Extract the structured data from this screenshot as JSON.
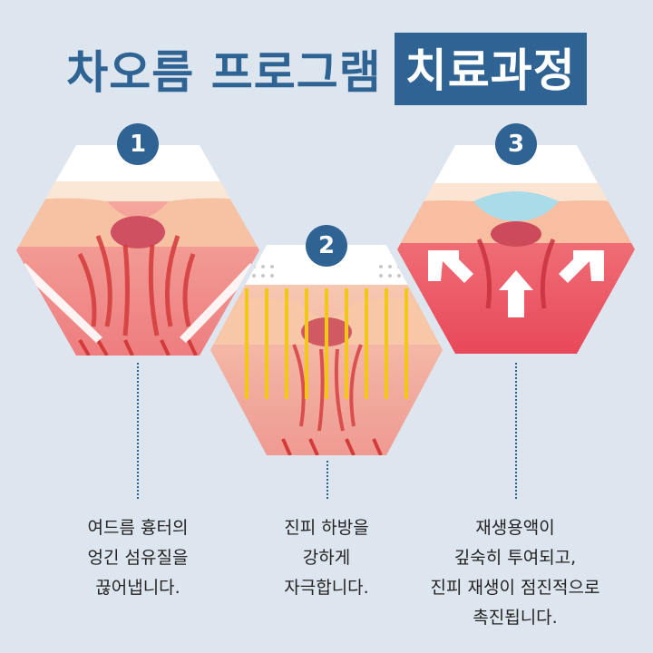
{
  "title": {
    "main": "차오름 프로그램",
    "highlight": "치료과정"
  },
  "steps": [
    {
      "number": "1",
      "lines": [
        "여드름 흉터의",
        "엉긴 섬유질을",
        "끊어냅니다."
      ]
    },
    {
      "number": "2",
      "lines": [
        "진피 하방을",
        "강하게",
        "자극합니다."
      ]
    },
    {
      "number": "3",
      "lines": [
        "재생용액이",
        "깊숙히 투여되고,",
        "진피 재생이 점진적으로",
        "촉진됩니다."
      ]
    }
  ],
  "colors": {
    "brand": "#2e6393",
    "background": "#dde6ef",
    "skin_top": "#f7d3b8",
    "dermis": "#ef8a8a",
    "fiber": "#d33a3a",
    "needle": "#f2c718",
    "serum": "#a9dce8"
  }
}
